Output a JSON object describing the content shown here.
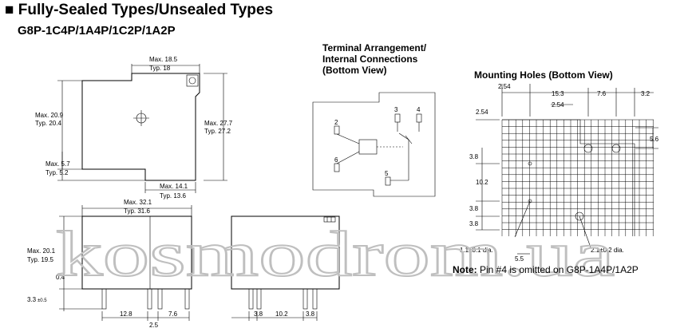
{
  "title": "Fully-Sealed Types/Unsealed Types",
  "model": "G8P-1C4P/1A4P/1C2P/1A2P",
  "sections": {
    "terminal_title_1": "Terminal Arrangement/",
    "terminal_title_2": "Internal Connections",
    "terminal_title_3": "(Bottom View)",
    "mounting_title": "Mounting Holes (Bottom View)"
  },
  "dims": {
    "max_18_5": "Max. 18.5",
    "typ_18": "Typ. 18",
    "max_20_9": "Max. 20.9",
    "typ_20_4": "Typ. 20.4",
    "max_27_7": "Max. 27.7",
    "typ_27_2": "Typ. 27.2",
    "max_5_7": "Max. 5.7",
    "typ_5_2": "Typ. 5.2",
    "max_14_1": "Max. 14.1",
    "typ_13_6": "Typ. 13.6",
    "max_32_1": "Max. 32.1",
    "typ_31_6": "Typ. 31.6",
    "max_20_1": "Max. 20.1",
    "typ_19_5": "Typ. 19.5",
    "d0_4": "0.4",
    "d3_3": "3.3",
    "tol_0_5": "±0.5",
    "d12_8": "12.8",
    "d7_6": "7.6",
    "d2_5": "2.5",
    "d3_8": "3.8",
    "d10_2": "10.2"
  },
  "pins": [
    "2",
    "3",
    "4",
    "6",
    "5"
  ],
  "mounting": {
    "d2_54": "2.54",
    "d15_3": "15.3",
    "d7_6": "7.6",
    "d3_2": "3.2",
    "d5_6": "5.6",
    "d3_8": "3.8",
    "d10_2": "10.2",
    "d5_5": "5.5",
    "hole_1_1": "1.1±0.1 dia.",
    "hole_2_1": "2.1±0.2 dia."
  },
  "note": {
    "label": "Note:",
    "text": " Pin #4 is omitted on G8P-1A4P/1A2P"
  },
  "watermark": "kosmodrom.ua"
}
